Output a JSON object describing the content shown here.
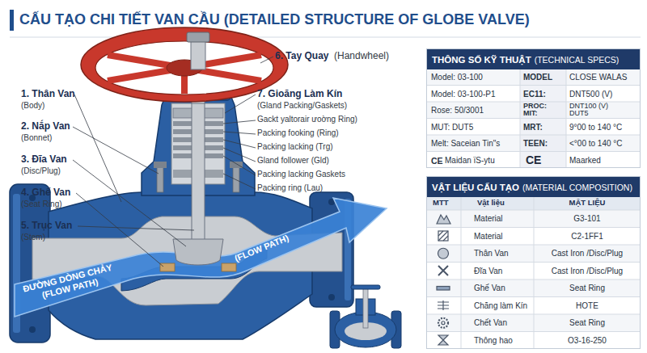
{
  "diagram": {
    "title": "CẤU TẠO CHI TIẾT VAN CẦU (DETAILED STRUCTURE OF GLOBE VALVE)",
    "nodes": [
      {
        "text": [
          "THÔNG SỐ KỸ THUẬT",
          "(TECHNICAL SPECS)"
        ]
      },
      {
        "text": [
          "VẬT LIỆU CẤU TẠO",
          "(MATERIAL COMPOSITION)"
        ]
      }
    ],
    "labels": [
      "1. Thân Van",
      "(Body)",
      "2. Nắp Van",
      "(Bonnet)",
      "3. Đĩa Van",
      "(Disc/Plug)",
      "4. Ghế Van",
      "(Seat Ring)",
      "5. Trục Van",
      "(Stem)",
      "6. Tay Quay",
      "(Handwheel)",
      "7. Gioăng Làm Kín",
      "(Gland Packing/Gaskets)",
      "Gackt yaltorair ưoờng Ring)",
      "Packing fooking (Ring)",
      "Packing lacking (Trg)",
      "Gland follower (Gld)",
      "Packing lacking Gaskets",
      "Packing ring (Lau)",
      "ĐƯỜNG DÒNG CHẢY (FLOW PATH)",
      "(FLOW PATH)",
      "Model: 03-100",
      "MODEL",
      "CLOSE WALAS",
      "Model: 03-100-P1",
      "EC11:",
      "DNT500 (V)",
      "Rose: 50/3001",
      "PROC: MIT:",
      "DNT100 (V) DUT5",
      "MUT: DUT5",
      "MRT:",
      "9°00 to 140 °C",
      "Melt: Saceian Tin\"s",
      "TEEN:",
      "<°00 to 140 °C",
      "CE",
      "Maidan ïS-ytu",
      "CE",
      "Maarked",
      "MTT",
      "Vật liệu",
      "MẶT LIỆU",
      "Material",
      "G3-101",
      "Material",
      "C2-1FF1",
      "Thân Van",
      "Cast Iron /Disc/Plug",
      "Đĩa Van",
      "Cast Iron /Disc/Plug",
      "Ghế Van",
      "Seat Ring",
      "Chăng làm Kín",
      "HOTE",
      "Chết Van",
      "Seat Ring",
      "Thông hao",
      "O3-16-250"
    ]
  }
}
